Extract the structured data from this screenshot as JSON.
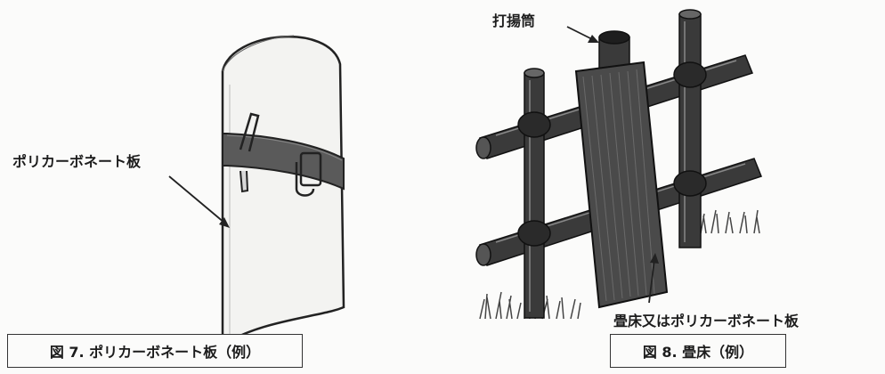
{
  "figure7": {
    "callout_label": "ポリカーボネート板",
    "caption": "図 7. ポリカーボネート板（例）"
  },
  "figure8": {
    "launch_tube_label": "打揚筒",
    "mat_label": "畳床又はポリカーボネート板",
    "caption": "図 8. 畳床（例）"
  }
}
